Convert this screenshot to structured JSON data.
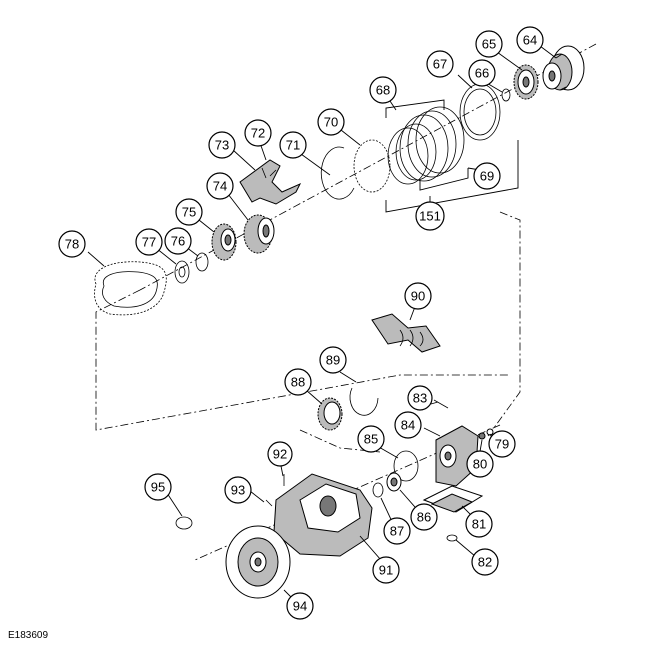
{
  "figure_code": "E183609",
  "callouts": [
    {
      "label": "64"
    },
    {
      "label": "65"
    },
    {
      "label": "66"
    },
    {
      "label": "67"
    },
    {
      "label": "68"
    },
    {
      "label": "69"
    },
    {
      "label": "70"
    },
    {
      "label": "71"
    },
    {
      "label": "72"
    },
    {
      "label": "73"
    },
    {
      "label": "74"
    },
    {
      "label": "75"
    },
    {
      "label": "76"
    },
    {
      "label": "77"
    },
    {
      "label": "78"
    },
    {
      "label": "151"
    },
    {
      "label": "90"
    },
    {
      "label": "89"
    },
    {
      "label": "88"
    },
    {
      "label": "83"
    },
    {
      "label": "84"
    },
    {
      "label": "79"
    },
    {
      "label": "80"
    },
    {
      "label": "85"
    },
    {
      "label": "92"
    },
    {
      "label": "93"
    },
    {
      "label": "95"
    },
    {
      "label": "86"
    },
    {
      "label": "87"
    },
    {
      "label": "81"
    },
    {
      "label": "82"
    },
    {
      "label": "91"
    },
    {
      "label": "94"
    }
  ]
}
